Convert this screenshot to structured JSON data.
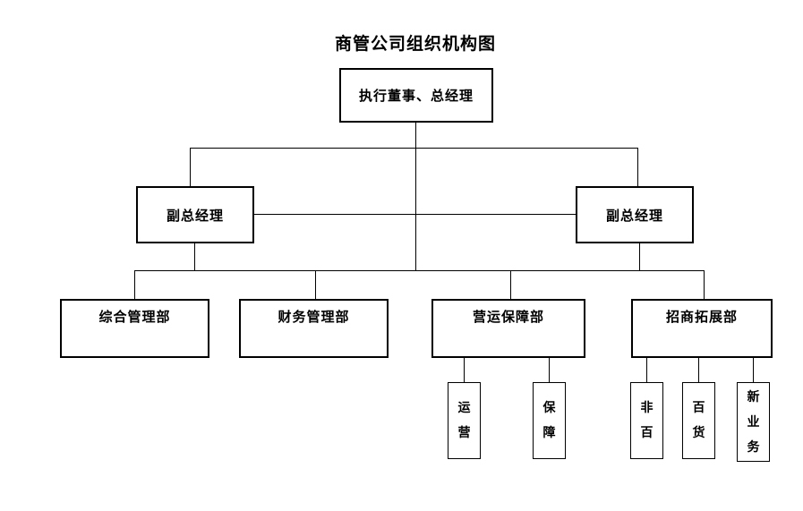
{
  "title": "商管公司组织机构图",
  "nodes": {
    "root": {
      "label": "执行董事、总经理"
    },
    "vp_left": {
      "label": "副总经理"
    },
    "vp_right": {
      "label": "副总经理"
    },
    "dept_general": {
      "label": "综合管理部"
    },
    "dept_finance": {
      "label": "财务管理部"
    },
    "dept_operations": {
      "label": "营运保障部"
    },
    "dept_leasing": {
      "label": "招商拓展部"
    },
    "sub_operation": {
      "label": "运营"
    },
    "sub_support": {
      "label": "保障"
    },
    "sub_non_retail": {
      "label": "非百"
    },
    "sub_dept_store": {
      "label": "百货"
    },
    "sub_new_business": {
      "label": "新业务"
    }
  },
  "hierarchy": {
    "root": "执行董事、总经理",
    "level2": [
      "副总经理",
      "副总经理"
    ],
    "level3": [
      "综合管理部",
      "财务管理部",
      "营运保障部",
      "招商拓展部"
    ],
    "children_of_营运保障部": [
      "运营",
      "保障"
    ],
    "children_of_招商拓展部": [
      "非百",
      "百货",
      "新业务"
    ]
  },
  "colors": {
    "background": "#ffffff",
    "line": "#000000",
    "text": "#000000"
  }
}
